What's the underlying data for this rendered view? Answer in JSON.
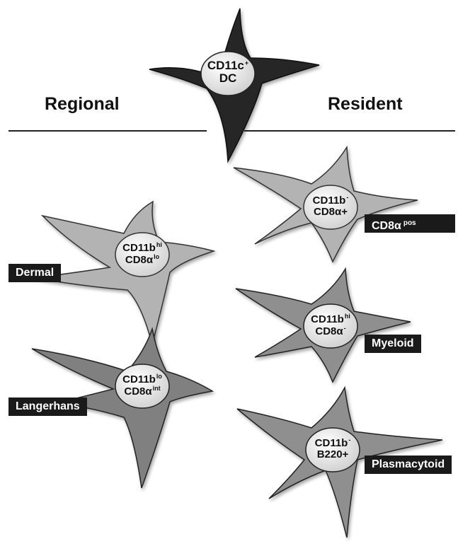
{
  "headings": {
    "regional": "Regional",
    "resident": "Resident"
  },
  "colors": {
    "dc_parent": "#262626",
    "dermal": "#b3b3b3",
    "langerhans": "#808080",
    "resident_cd8": "#b3b3b3",
    "resident_myeloid": "#8f8f8f",
    "resident_pdc": "#8f8f8f",
    "nucleus": "#e6e6e6",
    "tag_background": "#1a1a1a",
    "tag_text": "#ffffff"
  },
  "cells": {
    "parent": {
      "line1": "CD11c",
      "line1_sup": "+",
      "line2": "DC",
      "line2_sup": ""
    },
    "dermal": {
      "line1": "CD11b",
      "line1_sup": "hi",
      "line2": "CD8α",
      "line2_sup": "lo",
      "tag": "Dermal",
      "tag_sup": ""
    },
    "langerhans": {
      "line1": "CD11b",
      "line1_sup": "lo",
      "line2": "CD8α",
      "line2_sup": "int",
      "tag": "Langerhans",
      "tag_sup": ""
    },
    "cd8pos": {
      "line1": "CD11b",
      "line1_sup": "-",
      "line2": "CD8α+",
      "line2_sup": "",
      "tag": "CD8α",
      "tag_sup": "pos"
    },
    "myeloid": {
      "line1": "CD11b",
      "line1_sup": "hi",
      "line2": "CD8α",
      "line2_sup": "-",
      "tag": "Myeloid",
      "tag_sup": ""
    },
    "plasmacytoid": {
      "line1": "CD11b",
      "line1_sup": "-",
      "line2": "B220+",
      "line2_sup": "",
      "tag": "Plasmacytoid",
      "tag_sup": ""
    }
  }
}
